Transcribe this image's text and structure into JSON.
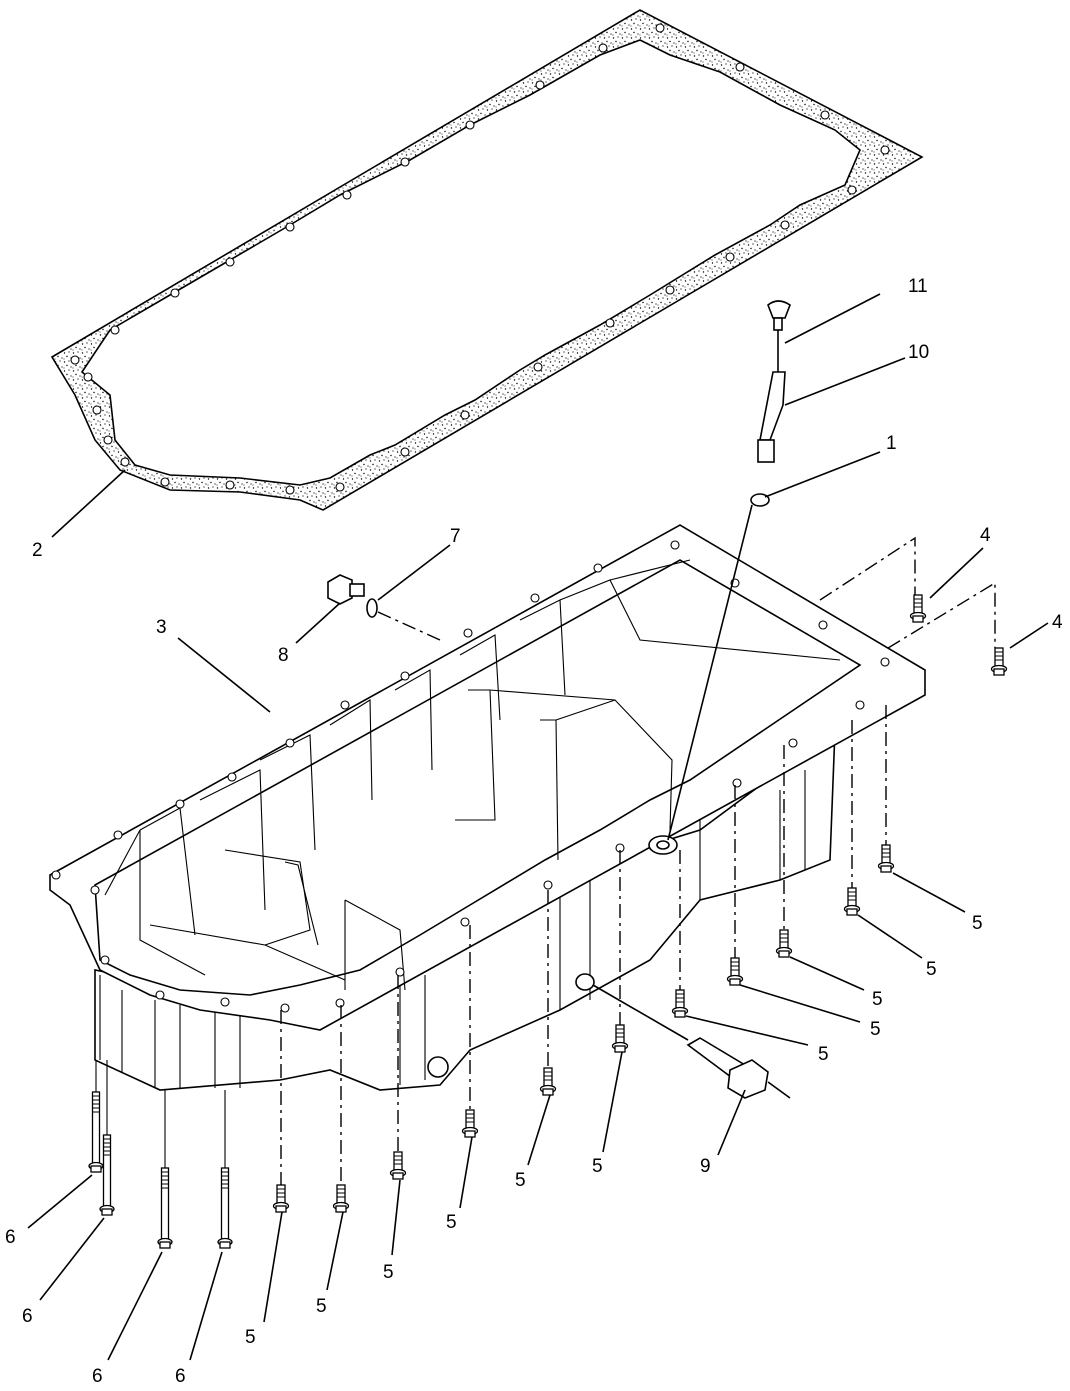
{
  "callouts": [
    {
      "id": "c1",
      "text": "1"
    },
    {
      "id": "c2",
      "text": "2"
    },
    {
      "id": "c3",
      "text": "3"
    },
    {
      "id": "c4a",
      "text": "4"
    },
    {
      "id": "c4b",
      "text": "4"
    },
    {
      "id": "c5",
      "text": "5"
    },
    {
      "id": "c6",
      "text": "6"
    },
    {
      "id": "c7",
      "text": "7"
    },
    {
      "id": "c8",
      "text": "8"
    },
    {
      "id": "c9",
      "text": "9"
    },
    {
      "id": "c10",
      "text": "10"
    },
    {
      "id": "c11",
      "text": "11"
    }
  ],
  "bolt5_label": "5",
  "bolt6_label": "6"
}
